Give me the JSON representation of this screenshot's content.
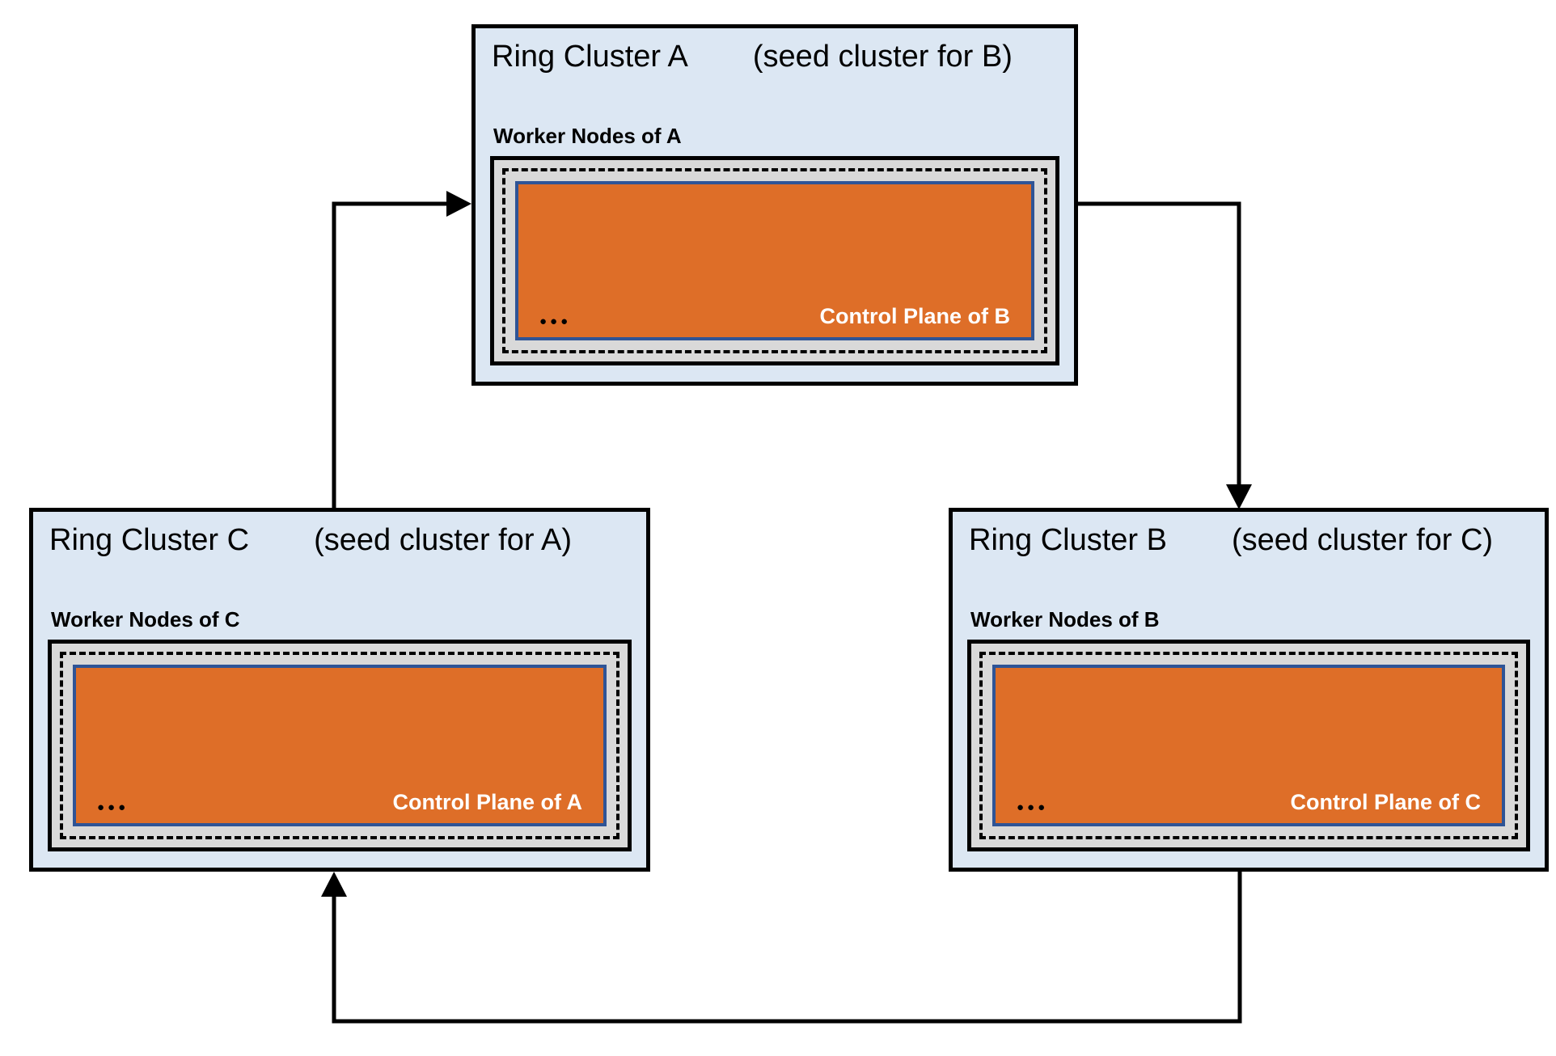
{
  "diagram": {
    "description": "Three Gardener ring clusters hosting each other's control planes in a cycle"
  },
  "colors": {
    "cluster_bg": "#dce7f3",
    "node_bg": "#d9d9d9",
    "plane_bg": "#de6e28",
    "plane_border": "#2f5496",
    "line": "#000000"
  },
  "clusters": [
    {
      "id": "A",
      "title": "Ring Cluster A",
      "annotation": "(seed cluster for B)",
      "worker_label": "Worker Nodes of A",
      "control_plane_label": "Control Plane of B",
      "dots": "●●●"
    },
    {
      "id": "C",
      "title": "Ring Cluster C",
      "annotation": "(seed cluster for A)",
      "worker_label": "Worker Nodes of C",
      "control_plane_label": "Control Plane of A",
      "dots": "●●●"
    },
    {
      "id": "B",
      "title": "Ring Cluster B",
      "annotation": "(seed cluster for C)",
      "worker_label": "Worker Nodes of B",
      "control_plane_label": "Control Plane of C",
      "dots": "●●●"
    }
  ],
  "arrows": [
    {
      "from": "C",
      "to": "A"
    },
    {
      "from": "A",
      "to": "B"
    },
    {
      "from": "B",
      "to": "C"
    }
  ]
}
